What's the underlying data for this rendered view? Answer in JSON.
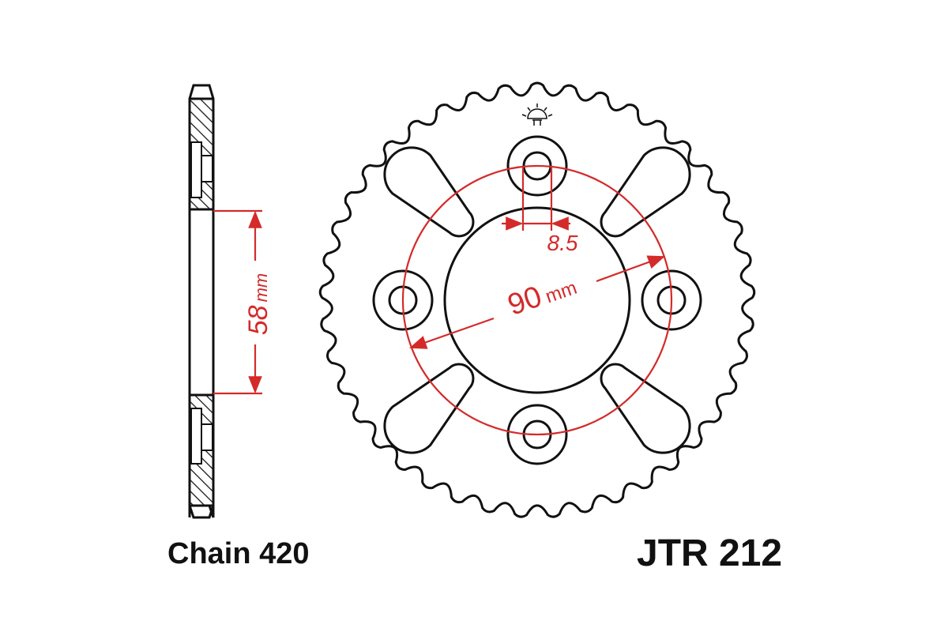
{
  "diagram": {
    "side_dimension": {
      "value": "58",
      "unit": "mm"
    },
    "pcd_dimension": {
      "value": "90",
      "unit": "mm"
    },
    "bolt_hole_dimension": {
      "value": "8.5"
    },
    "chain_label": "Chain 420",
    "part_number": "JTR 212",
    "colors": {
      "outline": "#111111",
      "dimension": "#d42a2a"
    },
    "logo": "jt-sun-logo"
  }
}
